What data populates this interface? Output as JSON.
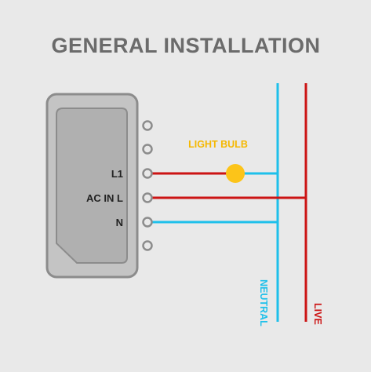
{
  "diagram": {
    "title": "GENERAL INSTALLATION",
    "terminals": {
      "t1": "",
      "t2": "",
      "t3": "L1",
      "t4": "AC IN L",
      "t5": "N",
      "t6": ""
    },
    "bulb_label": "LIGHT BULB",
    "neutral_label": "NEUTRAL",
    "live_label": "LIVE",
    "colors": {
      "background": "#e9e9e9",
      "title": "#6b6b6b",
      "device_outer": "#c4c4c4",
      "device_inner": "#b0b0b0",
      "device_stroke": "#8c8c8c",
      "live_wire": "#cc1414",
      "neutral_wire": "#1ec0ea",
      "bulb": "#fcc419",
      "bulb_label": "#f5b800"
    }
  }
}
